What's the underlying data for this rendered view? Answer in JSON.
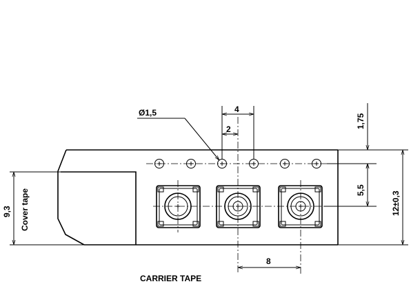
{
  "labels": {
    "hole_diameter": "Ø1,5",
    "sprocket_pitch": "4",
    "hole_offset": "2",
    "edge_to_hole": "1,75",
    "hole_to_pocket": "5,5",
    "tape_width": "12±0,3",
    "pocket_pitch": "8",
    "cover_tape_width": "9,3",
    "cover_tape": "Cover tape",
    "title": "CARRIER TAPE"
  }
}
